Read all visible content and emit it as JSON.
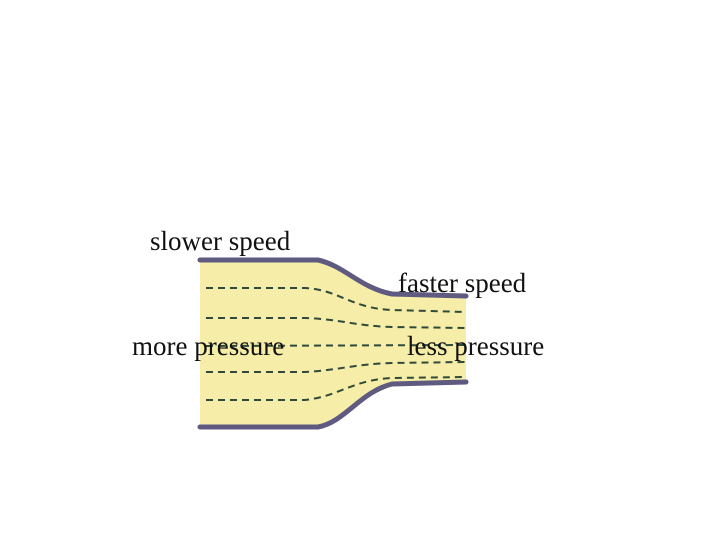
{
  "labels": {
    "slower_speed": "slower speed",
    "faster_speed": "faster speed",
    "more_pressure": "more pressure",
    "less_pressure": "less pressure"
  },
  "colors": {
    "fluid": "#f5eda8",
    "pipe_wall": "#5e5a80",
    "flow_line": "#2f4a3a",
    "text": "#111111"
  }
}
